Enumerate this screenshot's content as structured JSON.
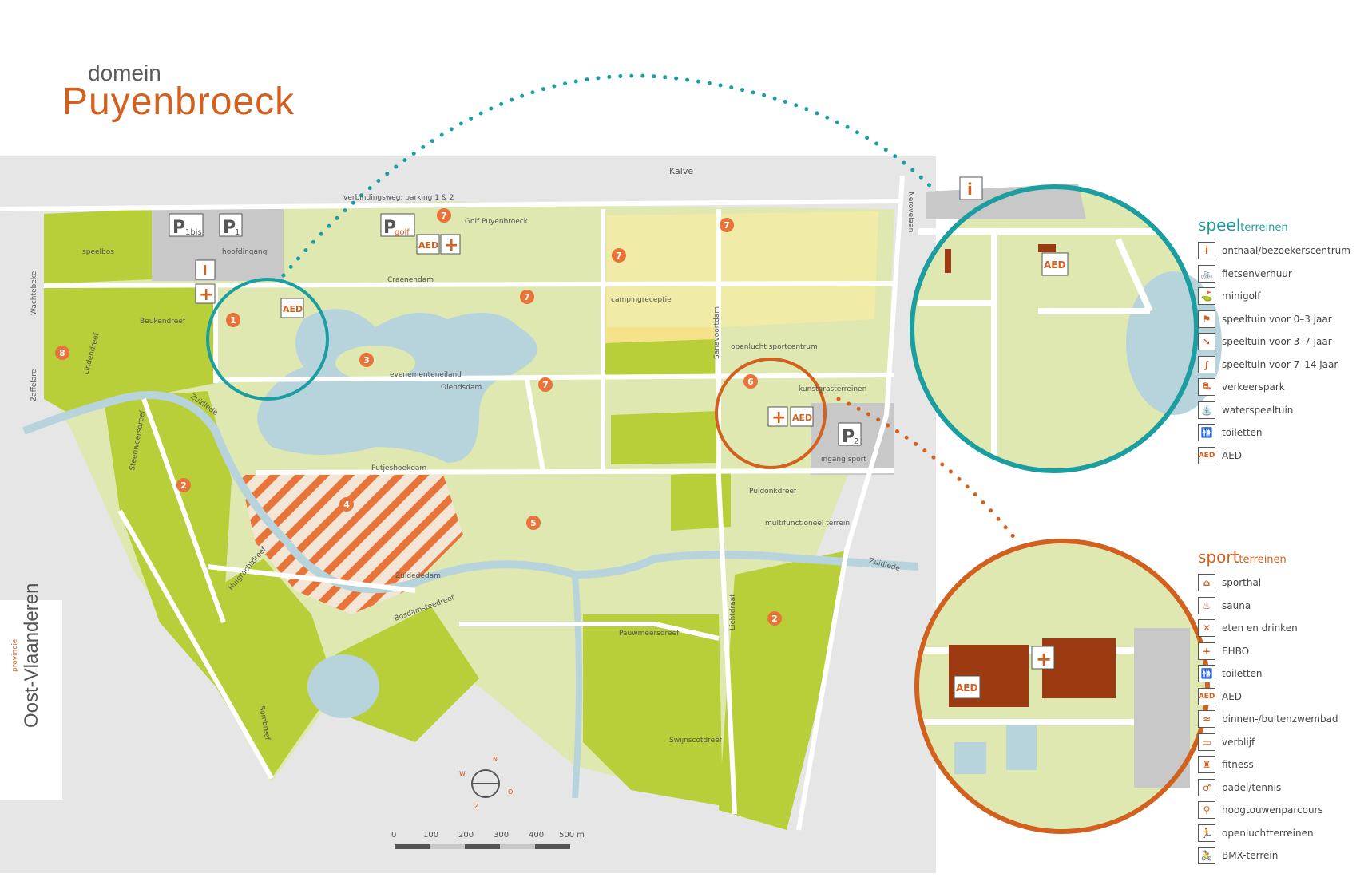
{
  "title": {
    "small": "domein",
    "big": "Puyenbroeck"
  },
  "colors": {
    "orange": "#d2601e",
    "teal": "#1a9ea0",
    "green": "#b8cf3a",
    "lightgreen": "#dfe8b0",
    "water": "#b7d4dc",
    "gray": "#c8c8c8",
    "yellow": "#f5e28a",
    "brown": "#9c3a12"
  },
  "map_labels": {
    "speelbos": "speelbos",
    "hoofdingang": "hoofdingang",
    "verbindingsweg": "verbindingsweg: parking 1 & 2",
    "kalve": "Kalve",
    "golf": "Golf Puyenbroeck",
    "craenendam": "Craenendam",
    "neerstraat": "Nerovelaan",
    "campingreceptie": "campingreceptie",
    "beukendreef": "Beukendreef",
    "wachtebeke": "Wachtebeke",
    "zaffelare": "Zaffelare",
    "evenementeneiland": "evenementeneiland",
    "olendsdam": "Olendsdam",
    "sanavoortdam": "Sanavoortdam",
    "openluchtsportcentrum": "openlucht sportcentrum",
    "kunstgrasterreinen": "kunstgrasterreinen",
    "ingangsport": "ingang sport",
    "putjeshoekdam": "Putjeshoekdam",
    "puidonkdreef": "Puidonkdreef",
    "multifunctioneel": "multifunctioneel terrein",
    "steenweersdreef": "Steenweersdreef",
    "zuidlede": "Zuidlede",
    "zuidlede2": "Zuidlede",
    "hulgrachtdreef": "Hulgrachtdreef",
    "zuidededam": "Zuidededam",
    "bosdamsteedreef": "Bosdamsteedreef",
    "pauwmeersdreef": "Pauwmeersdreef",
    "lichtdraat": "Lichtdraat",
    "swijnscotdreef": "Swijnscotdreef",
    "sombreef": "Sombreef",
    "lindendreef": "Lindendreef"
  },
  "parking": {
    "p1bis_p": "P",
    "p1bis_sub": "1bis",
    "p1": "P",
    "p1_sub": "1",
    "pgolf": "P",
    "pgolf_sub": "golf",
    "p2": "P",
    "p2_sub": "2"
  },
  "zones": [
    "1",
    "2",
    "2",
    "3",
    "4",
    "5",
    "6",
    "7",
    "7",
    "7",
    "7",
    "7",
    "8"
  ],
  "icons": {
    "info": "i",
    "aed": "AED",
    "plus": "+"
  },
  "scale": {
    "ticks": [
      "0",
      "100",
      "200",
      "300",
      "400",
      "500 m"
    ]
  },
  "compass": {
    "n": "N",
    "o": "O",
    "z": "Z",
    "w": "W"
  },
  "logo": {
    "provincie": "provincie",
    "name": "Oost-Vlaanderen"
  },
  "speel": {
    "title": "speel",
    "subtitle": "terreinen",
    "items": [
      {
        "label": "onthaal/bezoekerscentrum",
        "icon": "i"
      },
      {
        "label": "fietsenverhuur",
        "icon": "🚲"
      },
      {
        "label": "minigolf",
        "icon": "⛳"
      },
      {
        "label": "speeltuin voor 0–3 jaar",
        "icon": "⚑"
      },
      {
        "label": "speeltuin voor 3–7 jaar",
        "icon": "➘"
      },
      {
        "label": "speeltuin voor 7–14 jaar",
        "icon": "∫"
      },
      {
        "label": "verkeerspark",
        "icon": "⛐"
      },
      {
        "label": "waterspeeltuin",
        "icon": "⛲"
      },
      {
        "label": "toiletten",
        "icon": "🚻"
      },
      {
        "label": "AED",
        "icon": "AED"
      }
    ]
  },
  "sport": {
    "title": "sport",
    "subtitle": "terreinen",
    "items": [
      {
        "label": "sporthal",
        "icon": "⌂"
      },
      {
        "label": "sauna",
        "icon": "♨"
      },
      {
        "label": "eten en drinken",
        "icon": "✕"
      },
      {
        "label": "EHBO",
        "icon": "+"
      },
      {
        "label": "toiletten",
        "icon": "🚻"
      },
      {
        "label": "AED",
        "icon": "AED"
      },
      {
        "label": "binnen-/buitenzwembad",
        "icon": "≈"
      },
      {
        "label": "verblijf",
        "icon": "▭"
      },
      {
        "label": "fitness",
        "icon": "♜"
      },
      {
        "label": "padel/tennis",
        "icon": "♂"
      },
      {
        "label": "hoogtouwenparcours",
        "icon": "⚲"
      },
      {
        "label": "openluchtterreinen",
        "icon": "🏃"
      },
      {
        "label": "BMX-terrein",
        "icon": "🚴"
      }
    ]
  }
}
